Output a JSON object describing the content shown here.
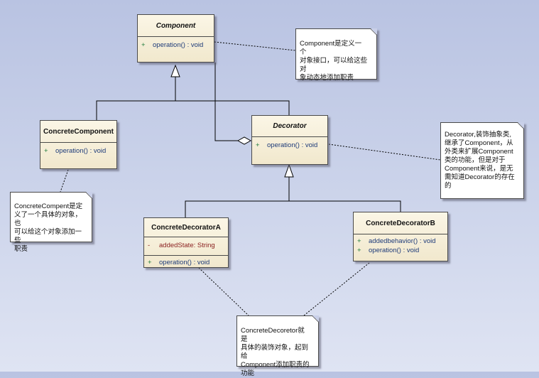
{
  "classes": {
    "component": {
      "name": "Component",
      "ops": [
        {
          "vis": "+",
          "sig": "operation() : void"
        }
      ]
    },
    "concrete_component": {
      "name": "ConcreteComponent",
      "ops": [
        {
          "vis": "+",
          "sig": "operation() : void"
        }
      ]
    },
    "decorator": {
      "name": "Decorator",
      "ops": [
        {
          "vis": "+",
          "sig": "operation() : void"
        }
      ]
    },
    "concrete_decorator_a": {
      "name": "ConcreteDecoratorA",
      "attrs": [
        {
          "vis": "-",
          "sig": "addedState:  String"
        }
      ],
      "ops": [
        {
          "vis": "+",
          "sig": "operation() : void"
        }
      ]
    },
    "concrete_decorator_b": {
      "name": "ConcreteDecoratorB",
      "ops": [
        {
          "vis": "+",
          "sig": "addedbehavior() : void"
        },
        {
          "vis": "+",
          "sig": "operation() : void"
        }
      ]
    }
  },
  "notes": {
    "component_note": "Component是定义一个\n对象接口，可以给这些对\n象动态地添加职责",
    "decorator_note": "Decorator,装饰抽象类,\n继承了Component，从\n外类来扩展Component\n类的功能，但是对于\nComponent来说，是无\n需知道Decorator的存在\n的",
    "concrete_component_note": "ConcreteCompent是定\n义了一个具体的对象，也\n可以给这个对象添加一些\n职责",
    "concrete_decorator_note": "ConcreteDecoretor就是\n具体的装饰对象，起到给\nComponent添加职责的\n功能"
  }
}
